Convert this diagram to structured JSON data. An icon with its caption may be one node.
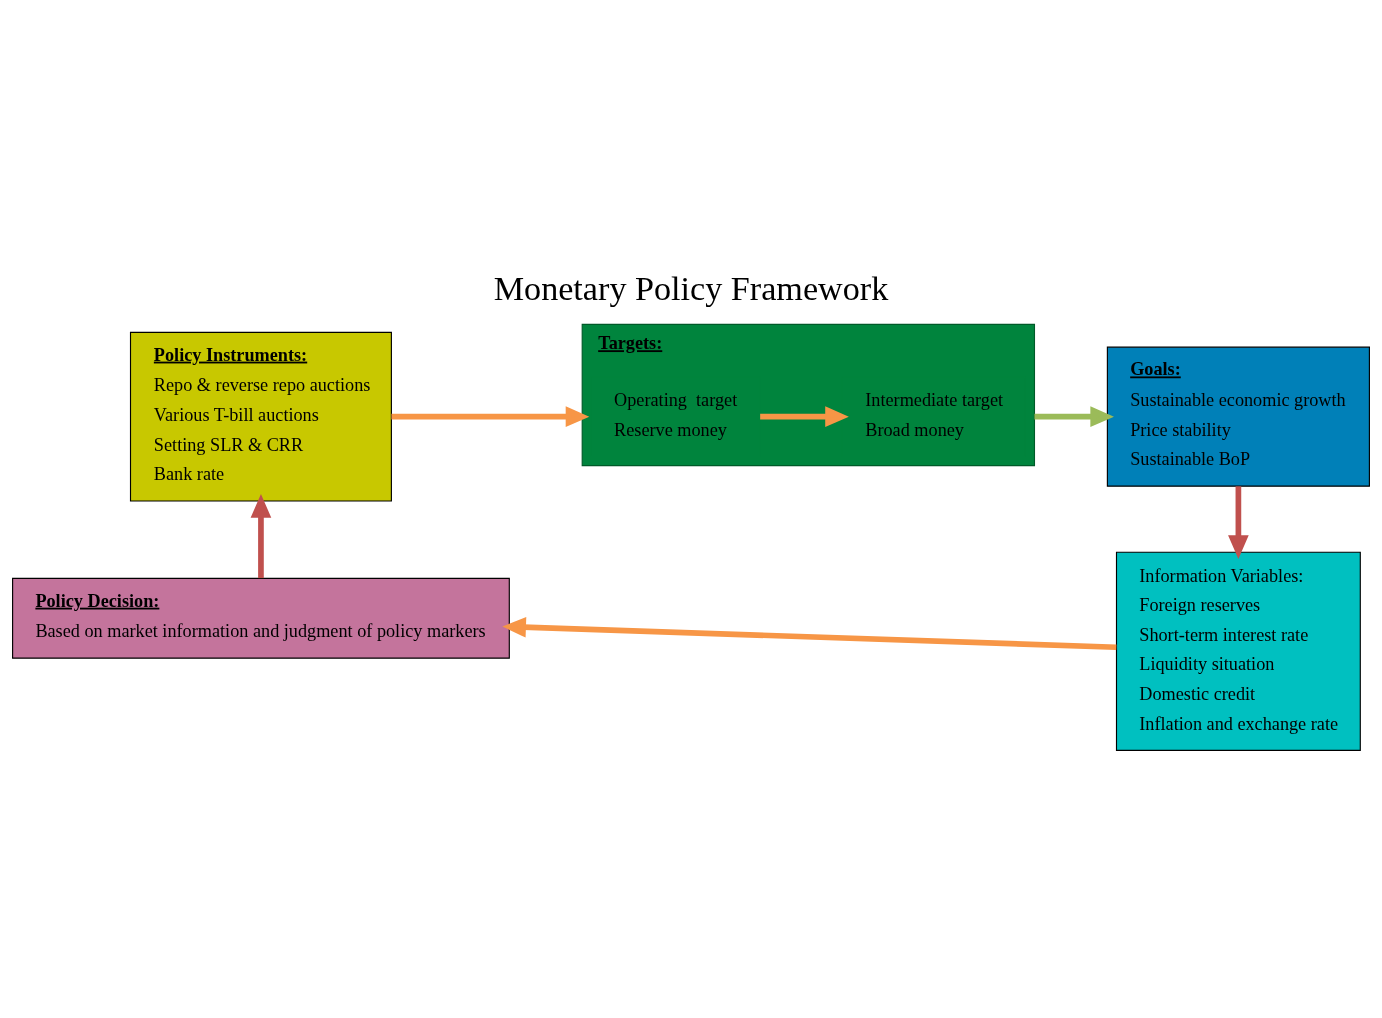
{
  "diagram": {
    "title": "Monetary Policy Framework",
    "nodes": [
      {
        "text": [
          "Policy Instruments:",
          "Repo & reverse repo auctions",
          "Various T-bill auctions",
          "Setting SLR & CRR",
          "Bank rate"
        ]
      },
      {
        "text": [
          "Targets:"
        ]
      },
      {
        "text": [
          "Operating  target",
          "Reserve money"
        ],
        "in": 1
      },
      {
        "text": [
          "Intermediate target",
          "Broad money"
        ],
        "in": 1
      },
      {
        "text": [
          "Goals:",
          "Sustainable economic growth",
          "Price stability",
          "Sustainable BoP"
        ]
      },
      {
        "text": [
          "Information Variables:",
          "Foreign reserves",
          "Short-term interest rate",
          "Liquidity situation",
          "Domestic credit",
          "Inflation and exchange rate"
        ]
      },
      {
        "text": [
          "Policy Decision:",
          "Based on market information and judgment of policy markers"
        ]
      }
    ],
    "edges": [
      {
        "from": 0,
        "to": 1,
        "arrow": "to"
      },
      {
        "from": 2,
        "to": 3,
        "arrow": "to"
      },
      {
        "from": 1,
        "to": 4,
        "arrow": "to",
        "color": "#9bbb59"
      },
      {
        "from": 4,
        "to": 5,
        "arrow": "to",
        "color": "#c0504d"
      },
      {
        "from": 5,
        "to": 6,
        "arrow": "to"
      },
      {
        "from": 6,
        "to": 0,
        "arrow": "to",
        "color": "#c0504d"
      }
    ]
  }
}
